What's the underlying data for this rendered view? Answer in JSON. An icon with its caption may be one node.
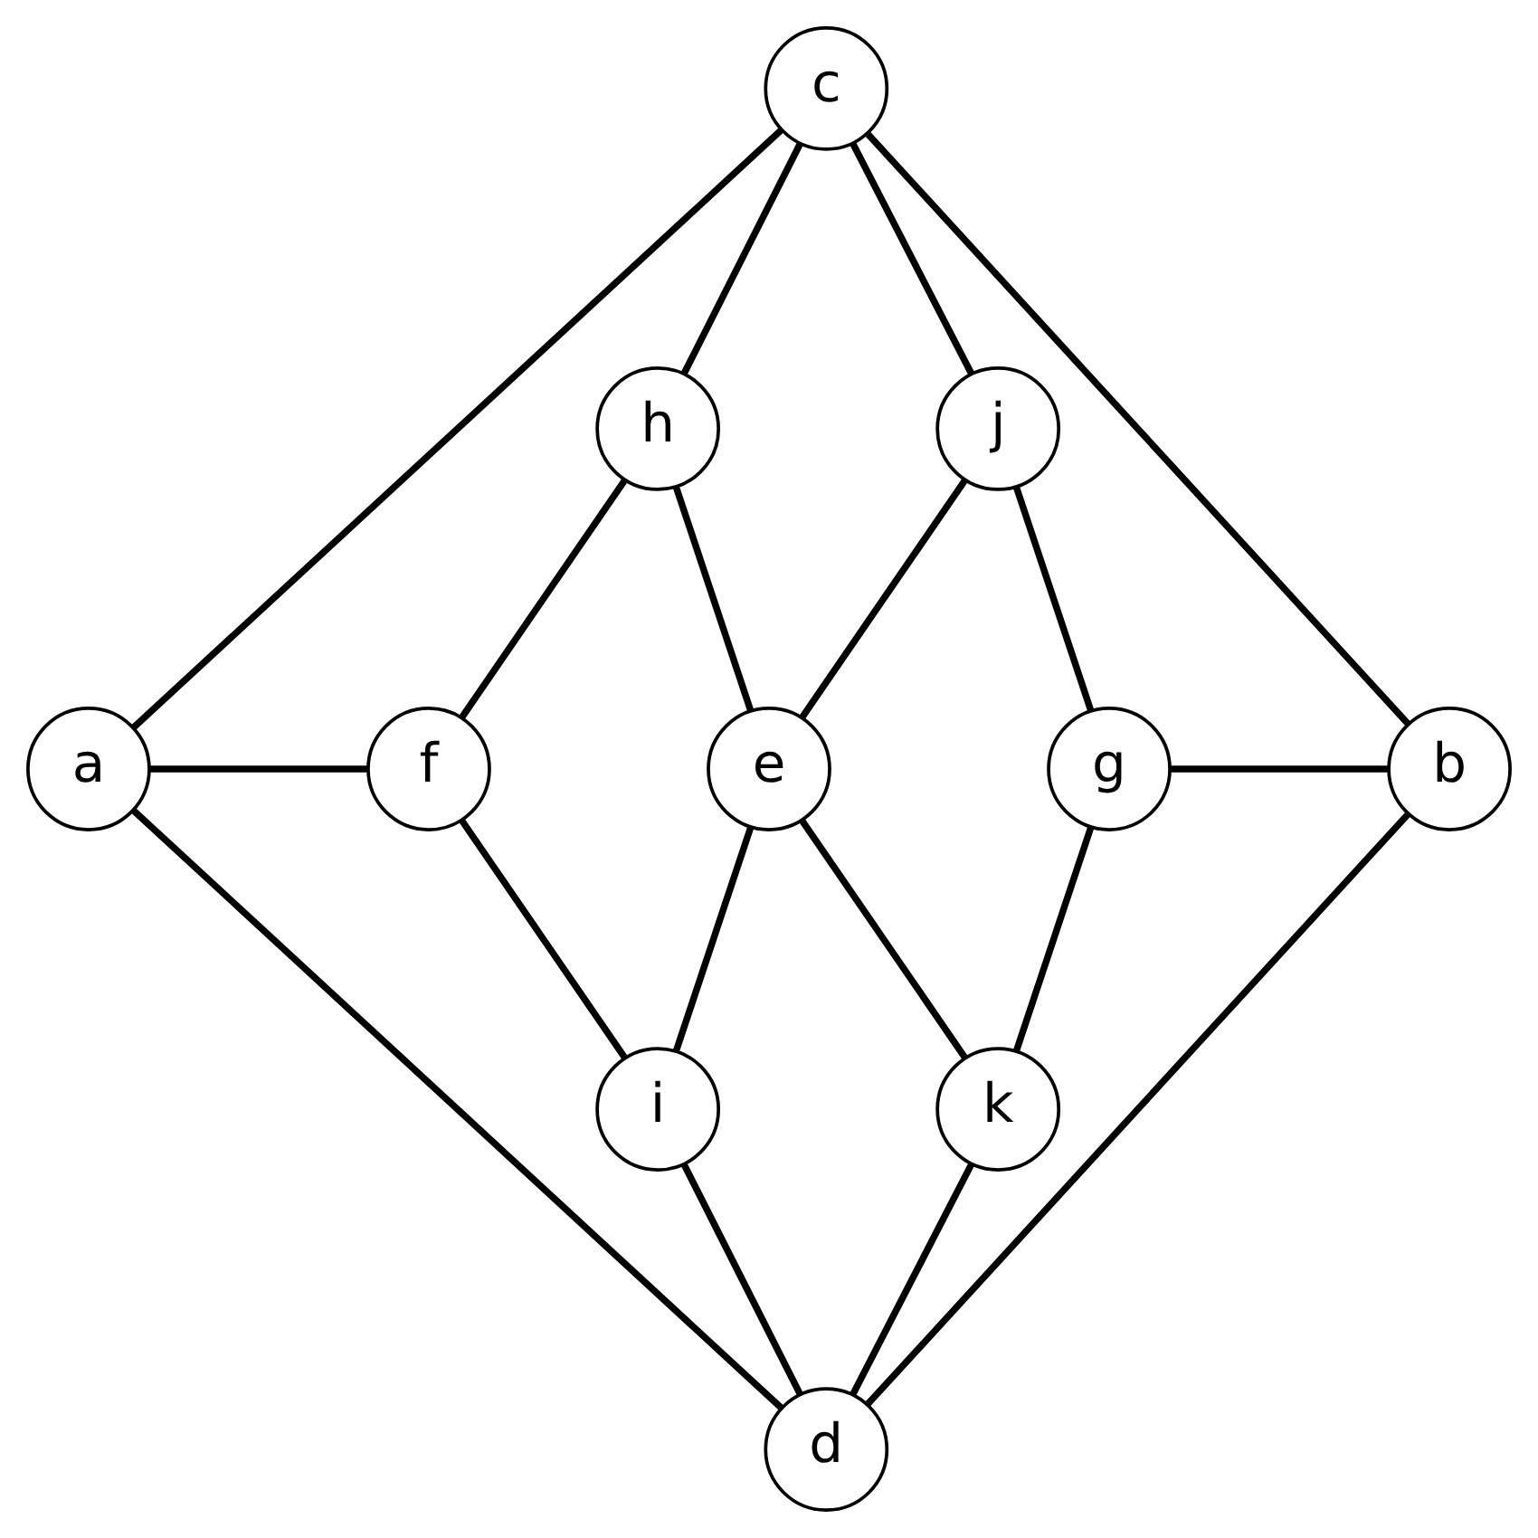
{
  "diagram": {
    "nodes": [
      {
        "text": [
          "c"
        ]
      },
      {
        "text": [
          "h"
        ]
      },
      {
        "text": [
          "j"
        ]
      },
      {
        "text": [
          "a"
        ]
      },
      {
        "text": [
          "f"
        ]
      },
      {
        "text": [
          "e"
        ]
      },
      {
        "text": [
          "g"
        ]
      },
      {
        "text": [
          "b"
        ]
      },
      {
        "text": [
          "i"
        ]
      },
      {
        "text": [
          "k"
        ]
      },
      {
        "text": [
          "d"
        ]
      }
    ],
    "edges": [
      {
        "from": 0,
        "to": 3,
        "arrow": "none"
      },
      {
        "from": 0,
        "to": 1,
        "arrow": "none"
      },
      {
        "from": 0,
        "to": 2,
        "arrow": "none"
      },
      {
        "from": 0,
        "to": 7,
        "arrow": "none"
      },
      {
        "from": 1,
        "to": 4,
        "arrow": "none"
      },
      {
        "from": 1,
        "to": 5,
        "arrow": "none"
      },
      {
        "from": 2,
        "to": 5,
        "arrow": "none"
      },
      {
        "from": 2,
        "to": 6,
        "arrow": "none"
      },
      {
        "from": 3,
        "to": 4,
        "arrow": "none"
      },
      {
        "from": 6,
        "to": 7,
        "arrow": "none"
      },
      {
        "from": 3,
        "to": 10,
        "arrow": "none"
      },
      {
        "from": 4,
        "to": 8,
        "arrow": "none"
      },
      {
        "from": 5,
        "to": 8,
        "arrow": "none"
      },
      {
        "from": 5,
        "to": 9,
        "arrow": "none"
      },
      {
        "from": 6,
        "to": 9,
        "arrow": "none"
      },
      {
        "from": 7,
        "to": 10,
        "arrow": "none"
      },
      {
        "from": 8,
        "to": 10,
        "arrow": "none"
      },
      {
        "from": 9,
        "to": 10,
        "arrow": "none"
      }
    ]
  }
}
